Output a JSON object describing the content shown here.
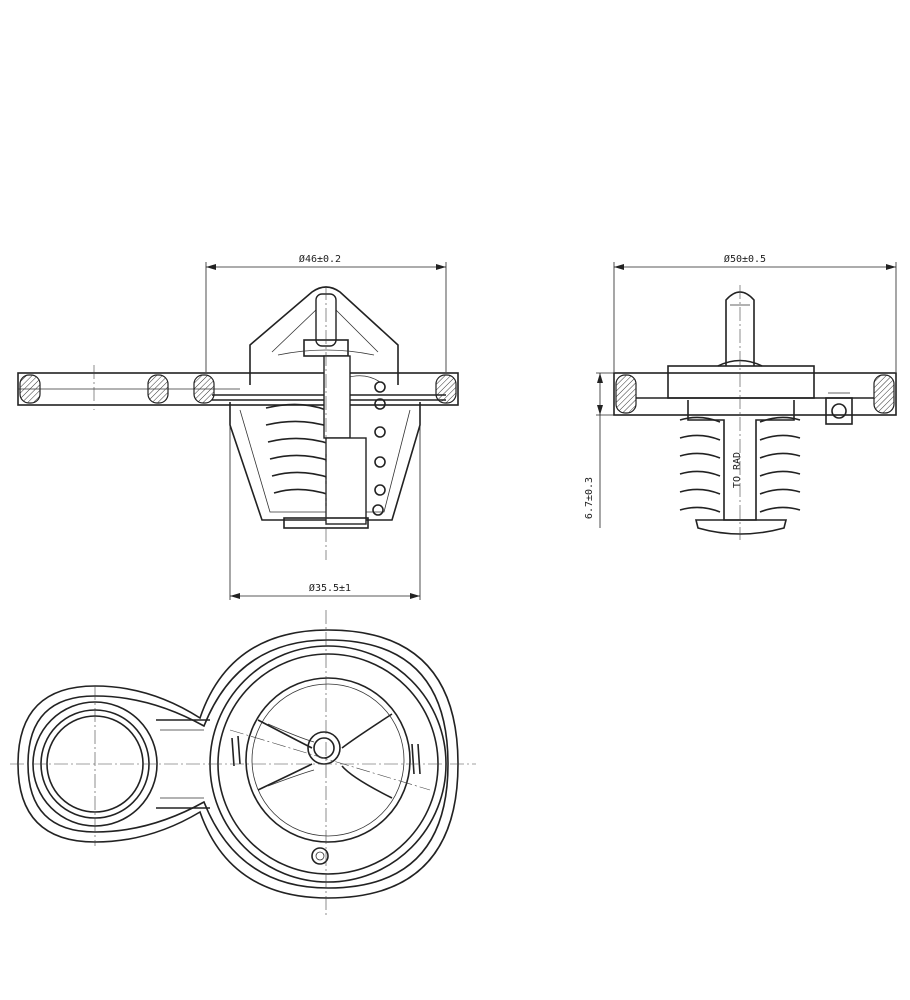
{
  "front_view": {
    "top_dim": "Ø46±0.2",
    "bottom_dim": "Ø35.5±1"
  },
  "side_view": {
    "top_dim": "Ø50±0.5",
    "height_dim": "6.7±0.3",
    "marking": "TO RAD"
  },
  "colors": {
    "line": "#222222",
    "background": "#ffffff"
  }
}
